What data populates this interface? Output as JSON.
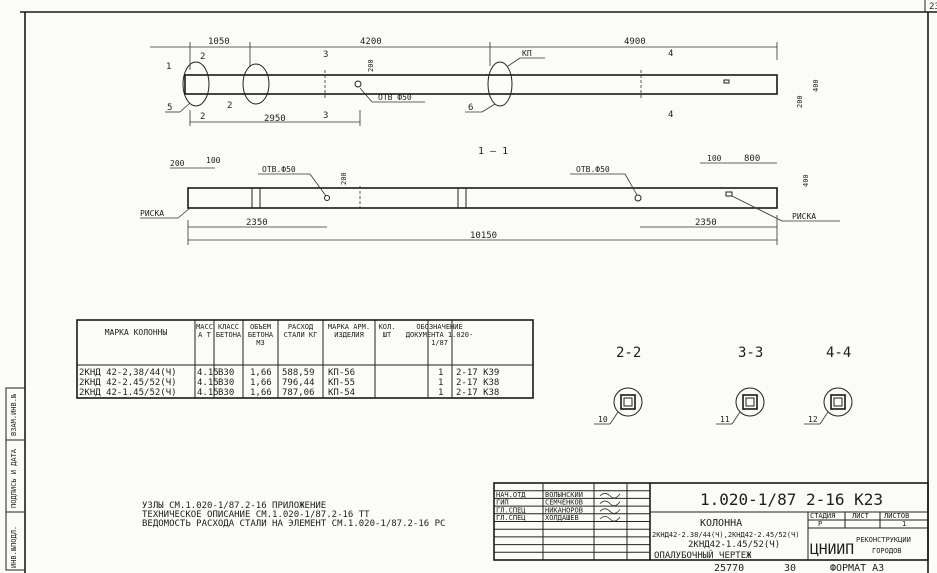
{
  "sheet": {
    "page_number": "23",
    "bottom_code": "25770",
    "bottom_num": "30",
    "format": "ФОРМАТ А3"
  },
  "side_stamp": [
    "ИНВ.№ПОДЛ.",
    "ПОДПИСЬ И ДАТА",
    "ВЗАМ.ИНВ.№"
  ],
  "elevation": {
    "dims": [
      "1050",
      "4200",
      "4900",
      "2950",
      "200",
      "200",
      "400"
    ],
    "callouts": {
      "hole": "ОТВ Ф50",
      "kp": "КП",
      "n5": "5",
      "n6": "6"
    },
    "section_marks": [
      "1",
      "2",
      "2",
      "2",
      "3",
      "3",
      "4",
      "4"
    ]
  },
  "section_1_1": {
    "title": "1 — 1",
    "dims": [
      "200",
      "100",
      "200",
      "400",
      "800",
      "100",
      "2350",
      "2350",
      "10150"
    ],
    "hole_left": "ОТВ.Ф50",
    "hole_right": "ОТВ.Ф50",
    "mark_left": "РИСКА",
    "mark_right": "РИСКА"
  },
  "table": {
    "headers": [
      "МАРКА КОЛОННЫ",
      "МАССА Т",
      "КЛАСС БЕТОНА",
      "ОБЪЕМ БЕТОНА М3",
      "РАСХОД СТАЛИ КГ",
      "МАРКА АРМ. ИЗДЕЛИЯ",
      "КОЛ. ШТ",
      "ОБОЗНАЧЕНИЕ ДОКУМЕНТА 1.020-1/87"
    ],
    "rows": [
      [
        "2КНД 42-2,38/44(Ч)",
        "4.15",
        "В30",
        "1,66",
        "588,59",
        "КП-56",
        "1",
        "2-17   К39"
      ],
      [
        "2КНД 42-2.45/52(Ч)",
        "4.15",
        "В30",
        "1,66",
        "796,44",
        "КП-55",
        "1",
        "2-17   К38"
      ],
      [
        "2КНД 42-1.45/52(Ч)",
        "4.15",
        "В30",
        "1,66",
        "787,06",
        "КП-54",
        "1",
        "2-17   К38"
      ]
    ]
  },
  "sections": [
    {
      "title": "2-2",
      "leader": "10"
    },
    {
      "title": "3-3",
      "leader": "11"
    },
    {
      "title": "4-4",
      "leader": "12"
    }
  ],
  "notes": [
    "УЗЛЫ СМ.1.020-1/87.2-16 ПРИЛОЖЕНИЕ",
    "ТЕХНИЧЕСКОЕ ОПИСАНИЕ СМ.1.020-1/87.2-16 ТТ",
    "ВЕДОМОСТЬ РАСХОДА СТАЛИ НА ЭЛЕМЕНТ СМ.1.020-1/87.2-16 РС"
  ],
  "title_block": {
    "signers": [
      {
        "role": "НАЧ.ОТД",
        "name": "ВОЛЫНСКИЙ"
      },
      {
        "role": "ГИП",
        "name": "СЕМЧЕНКОВ"
      },
      {
        "role": "ГЛ.СПЕЦ",
        "name": "НИКАНОРОВ"
      },
      {
        "role": "ГЛ.СПЕЦ",
        "name": "ХОЛДАШЕВ"
      }
    ],
    "code": "1.020-1/87  2-16  К23",
    "name_lines": [
      "КОЛОННА",
      "2КНД42-2.38/44(Ч),2КНД42-2.45/52(Ч)",
      "2КНД42-1.45/52(Ч)",
      "ОПАЛУБОЧНЫЙ ЧЕРТЕЖ"
    ],
    "stage_label": "СТАДИЯ",
    "sheet_label": "ЛИСТ",
    "sheets_label": "ЛИСТОВ",
    "stage": "Р",
    "sheet": "",
    "sheets": "1",
    "org_logo": "ЦНИИП",
    "org_lines": [
      "РЕКОНСТРУКЦИИ",
      "ГОРОДОВ"
    ]
  }
}
